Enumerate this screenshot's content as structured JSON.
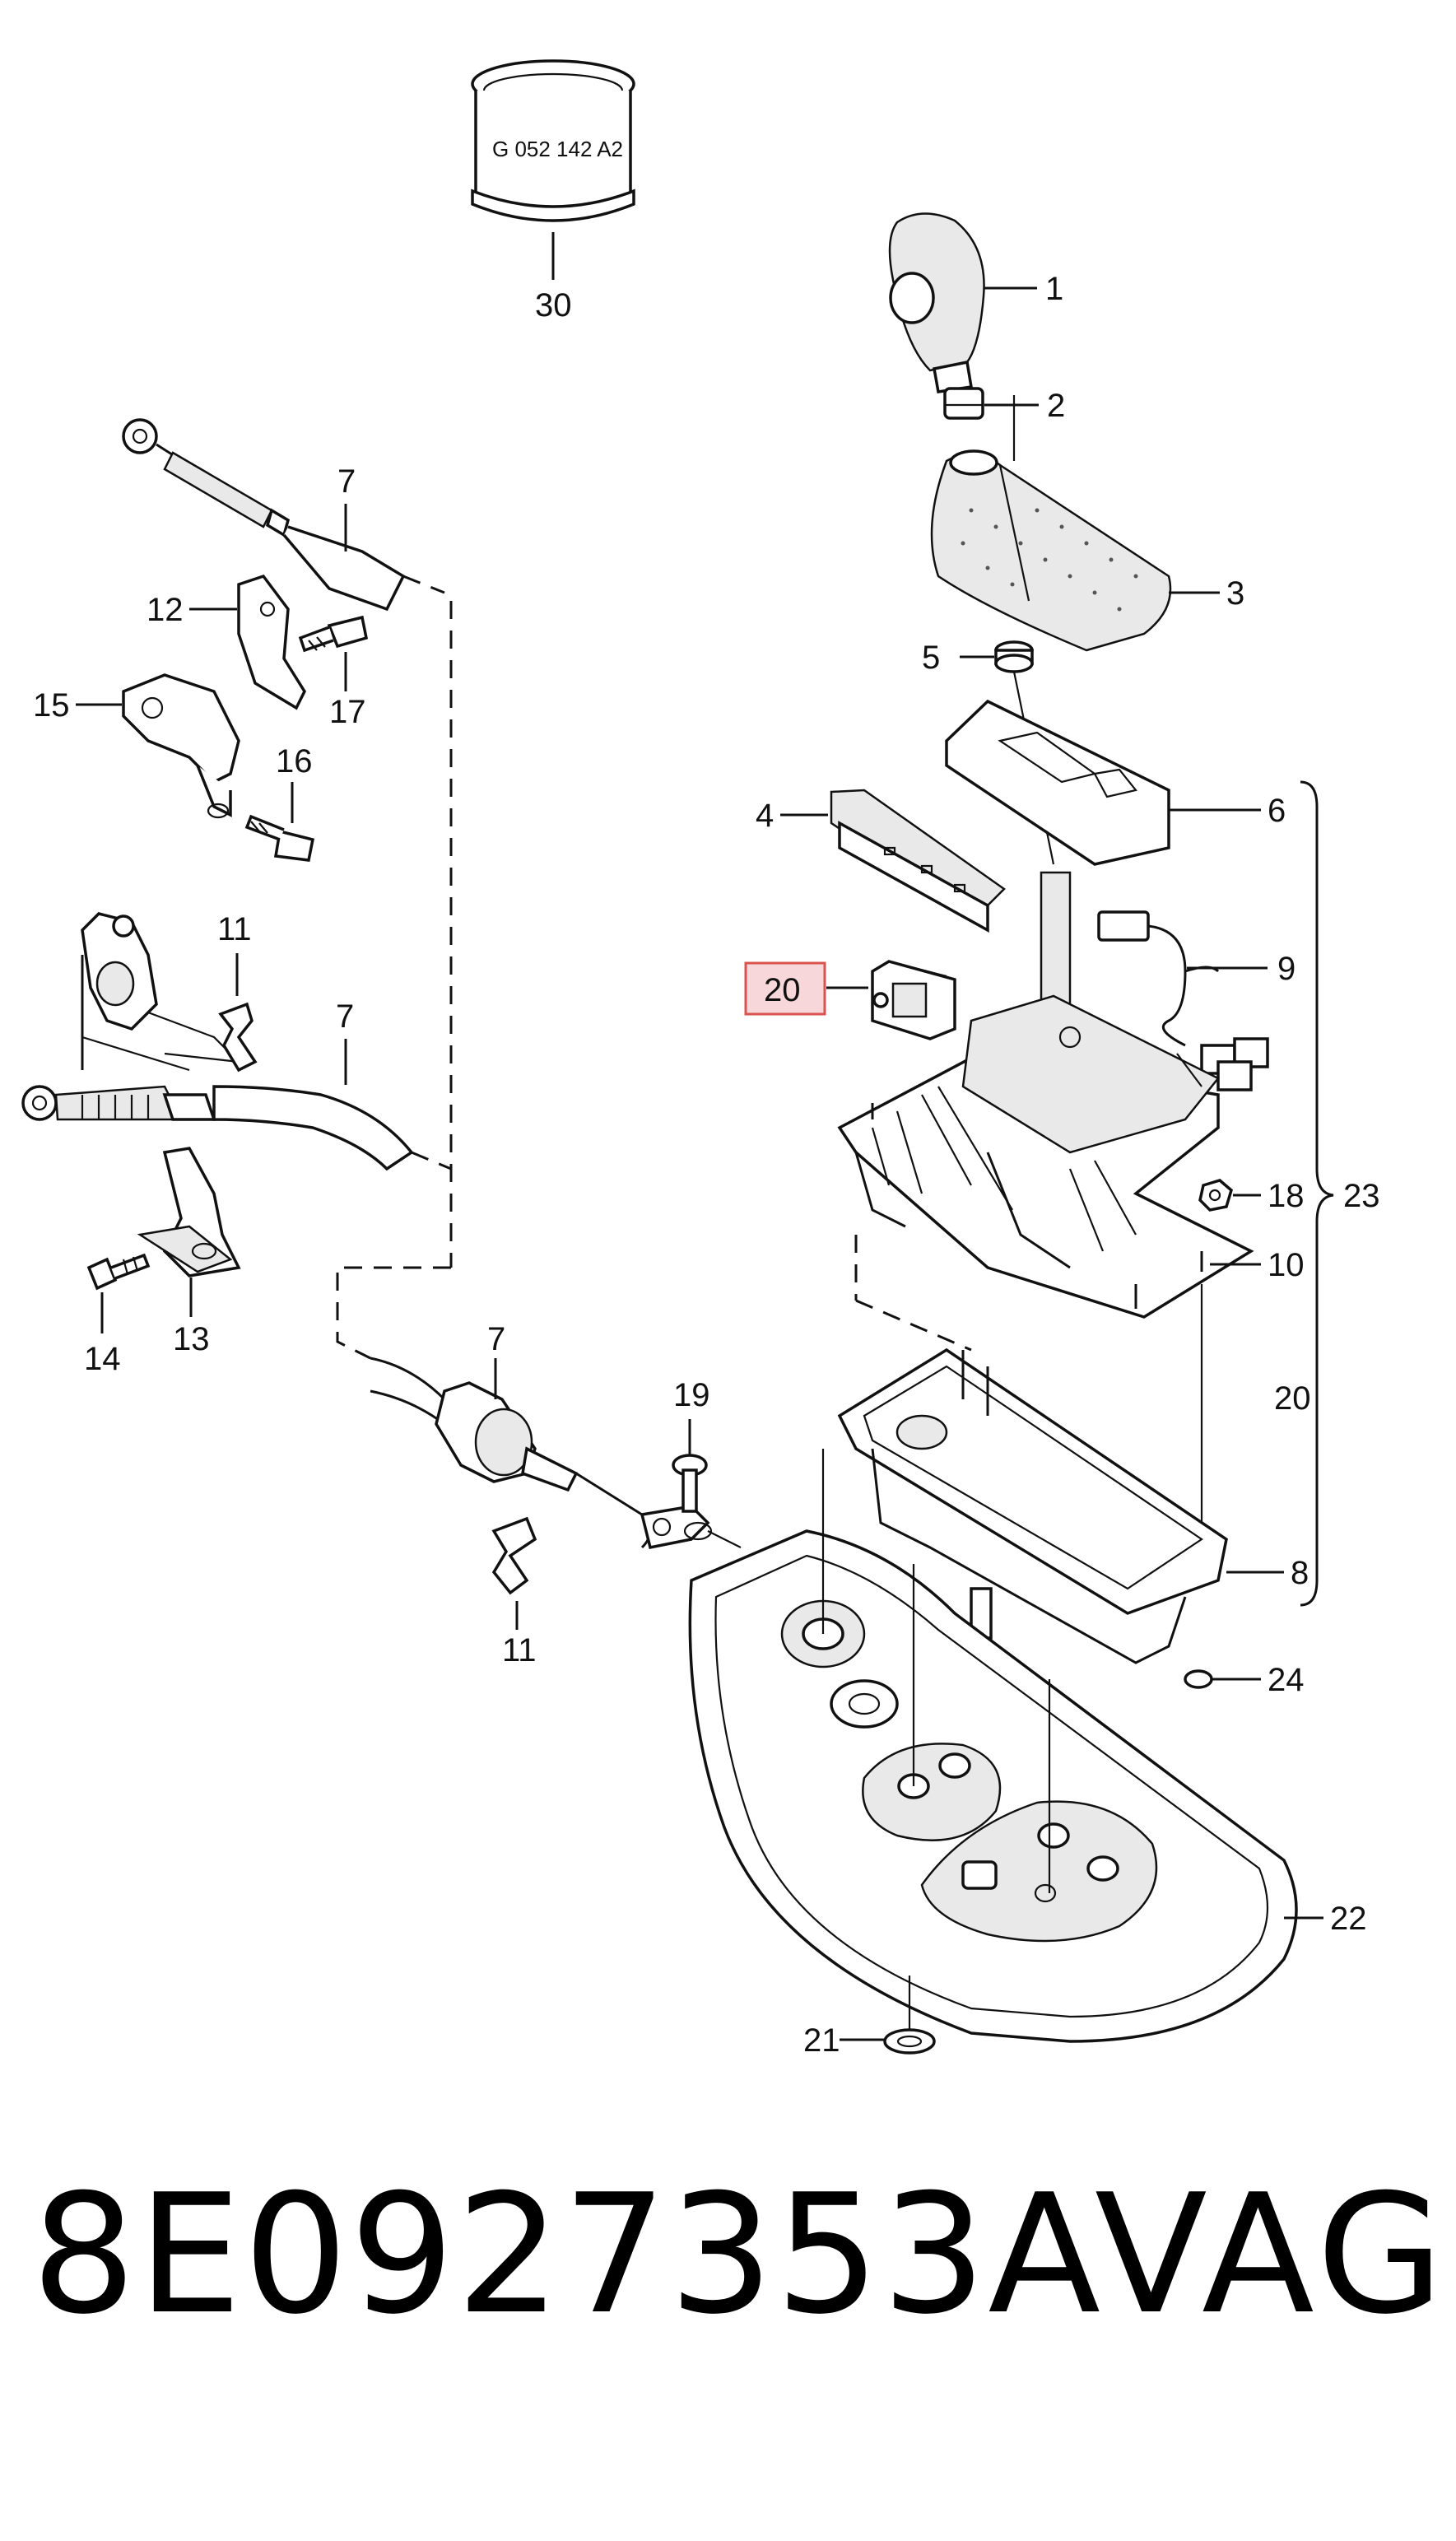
{
  "diagram": {
    "canister_text": "G 052 142 A2",
    "labels": {
      "l1": "1",
      "l2": "2",
      "l3": "3",
      "l4": "4",
      "l5": "5",
      "l6": "6",
      "l7a": "7",
      "l7b": "7",
      "l7c": "7",
      "l8": "8",
      "l9": "9",
      "l10": "10",
      "l11a": "11",
      "l11b": "11",
      "l12": "12",
      "l13": "13",
      "l14": "14",
      "l15": "15",
      "l16": "16",
      "l17": "17",
      "l18": "18",
      "l19": "19",
      "l20": "20",
      "l20b": "20",
      "l21": "21",
      "l22": "22",
      "l23": "23",
      "l24": "24",
      "l30": "30"
    },
    "highlight_color": "#f8d7da",
    "highlight_border": "#d9534f"
  },
  "footer": {
    "part_number": "8E0927353A",
    "brand": "VAG"
  }
}
